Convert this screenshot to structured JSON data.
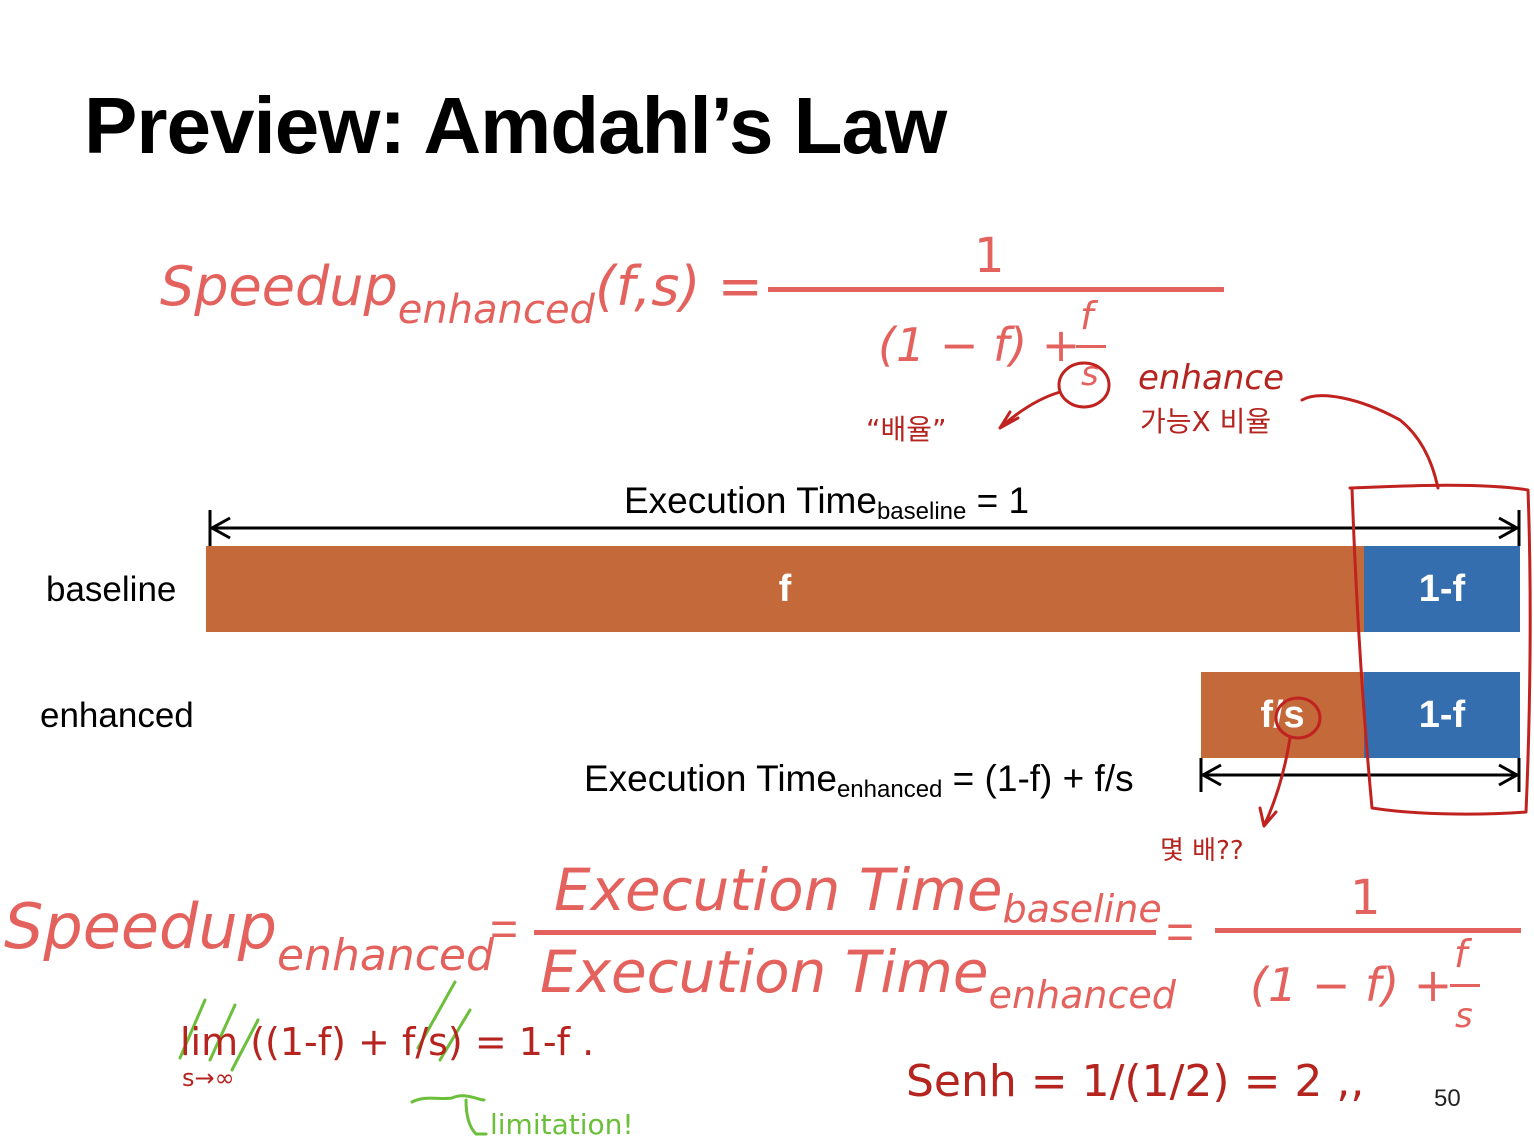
{
  "slide": {
    "title": "Preview: Amdahl’s Law",
    "page_number": "50"
  },
  "formula_top": {
    "lhs_main": "Speedup",
    "lhs_sub": "enhanced",
    "lhs_args": "(f,s) =",
    "numerator": "1",
    "denominator_main": "(1 − f) +",
    "frac_num": "f",
    "frac_den": "s"
  },
  "diagram": {
    "baseline_label": "baseline",
    "enhanced_label": "enhanced",
    "exec_baseline_main": "Execution Time",
    "exec_baseline_sub": "baseline",
    "exec_baseline_rhs": " = 1",
    "exec_enhanced_main": "Execution Time",
    "exec_enhanced_sub": "enhanced",
    "exec_enhanced_rhs": " = (1-f) + f/s",
    "bar_f": "f",
    "bar_one_minus_f": "1-f",
    "bar_f_over_s": "f/s",
    "colors": {
      "orange": "#c4693a",
      "blue": "#346eae",
      "accent_red": "#e4625d"
    }
  },
  "formula_bottom": {
    "lhs_main": "Speedup",
    "lhs_sub": "enhanced",
    "eq": "=",
    "num_main": "Execution Time",
    "num_sub": "baseline",
    "den_main": "Execution Time",
    "den_sub": "enhanced",
    "eq2": "=",
    "rhs_num": "1",
    "rhs_den_main": "(1 − f) +",
    "rhs_frac_num": "f",
    "rhs_frac_den": "s"
  },
  "annotations": {
    "ratio_note": "“배율”",
    "enhance_note_line1": "enhance",
    "enhance_note_line2": "가능X 비율",
    "how_many_times": "몇 배??",
    "limit_expr": "lim  ((1-f) + f/s) = 1-f .",
    "limit_sub": "s→∞",
    "limitation": "limitation!",
    "s_enh": "Senh = 1/(1/2) = 2 ,,"
  }
}
